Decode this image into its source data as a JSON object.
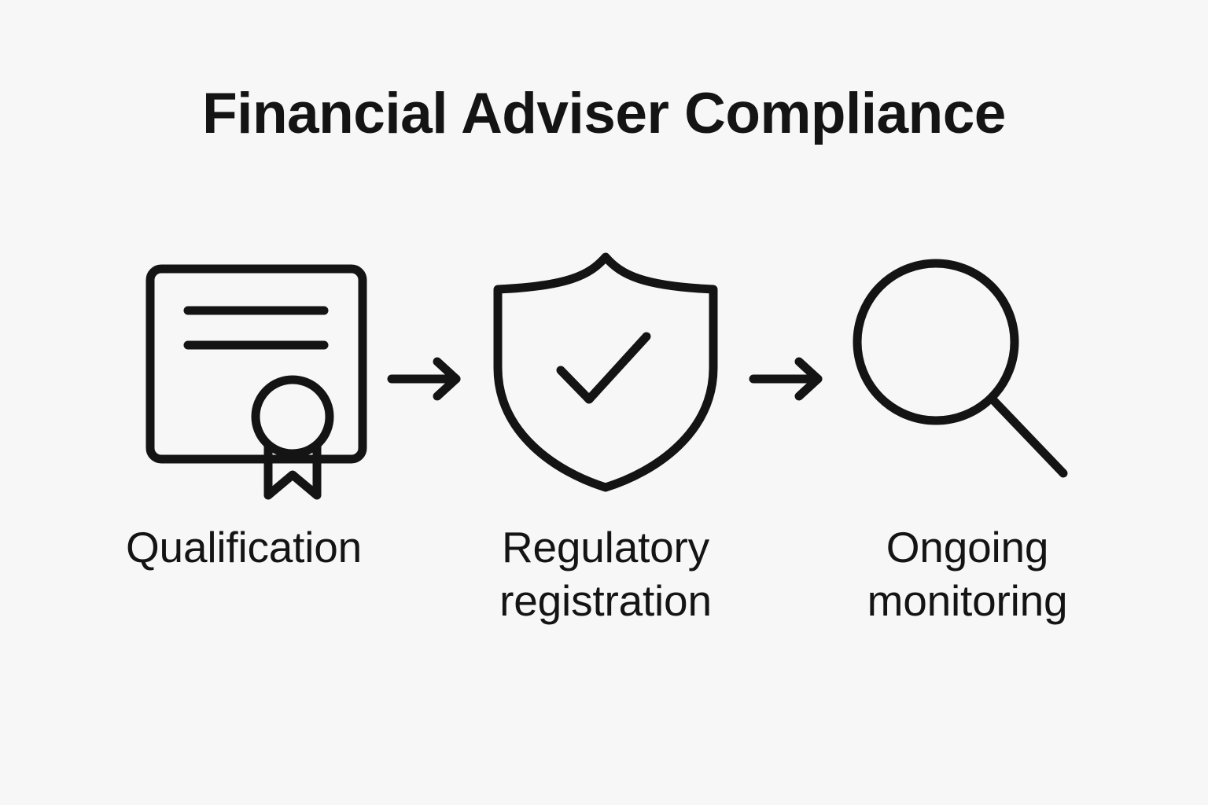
{
  "page": {
    "title": "Financial Adviser Compliance",
    "background_color": "#f7f7f7",
    "stroke_color": "#141414"
  },
  "flow": {
    "steps": [
      {
        "id": "qualification",
        "icon": "certificate-icon",
        "label_lines": [
          "Qualification"
        ]
      },
      {
        "id": "regulatory-registration",
        "icon": "shield-check-icon",
        "label_lines": [
          "Regulatory",
          "registration"
        ]
      },
      {
        "id": "ongoing-monitoring",
        "icon": "magnifier-icon",
        "label_lines": [
          "Ongoing",
          "monitoring"
        ]
      }
    ],
    "connectors": [
      {
        "id": "arrow-1",
        "icon": "arrow-right-icon"
      },
      {
        "id": "arrow-2",
        "icon": "arrow-right-icon"
      }
    ]
  }
}
